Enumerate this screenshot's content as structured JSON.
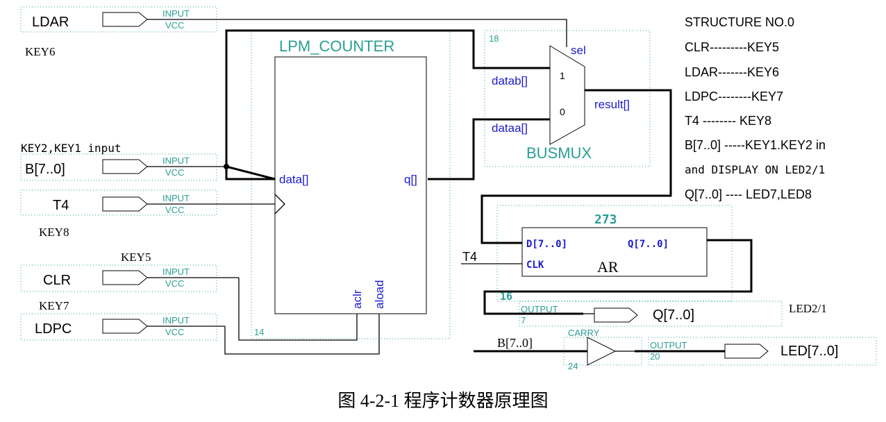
{
  "caption": "图 4-2-1 程序计数器原理图",
  "inputs": {
    "pin_type": "INPUT",
    "pin_default": "VCC",
    "ldar": "LDAR",
    "b": "B[7..0]",
    "t4": "T4",
    "clr": "CLR",
    "ldpc": "LDPC"
  },
  "notes": {
    "key6": "KEY6",
    "key21": "KEY2,KEY1 input",
    "key8": "KEY8",
    "key5": "KEY5",
    "key7": "KEY7",
    "led21": "LED2/1"
  },
  "counter": {
    "title": "LPM_COUNTER",
    "port_data": "data[]",
    "port_q": "q[]",
    "port_aclr": "aclr",
    "port_aload": "aload",
    "inst": "14"
  },
  "busmux": {
    "name": "BUSMUX",
    "inst": "18",
    "sel": "sel",
    "datab": "datab[]",
    "dataa": "dataa[]",
    "result": "result[]",
    "one": "1",
    "zero": "0"
  },
  "reg273": {
    "name": "273",
    "d": "D[7..0]",
    "q": "Q[7..0]",
    "clk": "CLK",
    "label": "AR",
    "inst": "16",
    "clk_net": "T4"
  },
  "outputs": {
    "pin_type": "OUTPUT",
    "q_name": "Q[7..0]",
    "q_inst": "7",
    "led_name": "LED[7..0]",
    "led_inst": "20",
    "carry": "CARRY",
    "carry_inst": "24",
    "carry_in": "B[7..0]"
  },
  "structure": [
    "STRUCTURE  NO.0",
    "CLR---------KEY5",
    "LDAR-------KEY6",
    "LDPC--------KEY7",
    "T4    -------- KEY8",
    "B[7..0] -----KEY1.KEY2 in",
    "and DISPLAY ON LED2/1",
    "Q[7..0] ---- LED7,LED8"
  ]
}
